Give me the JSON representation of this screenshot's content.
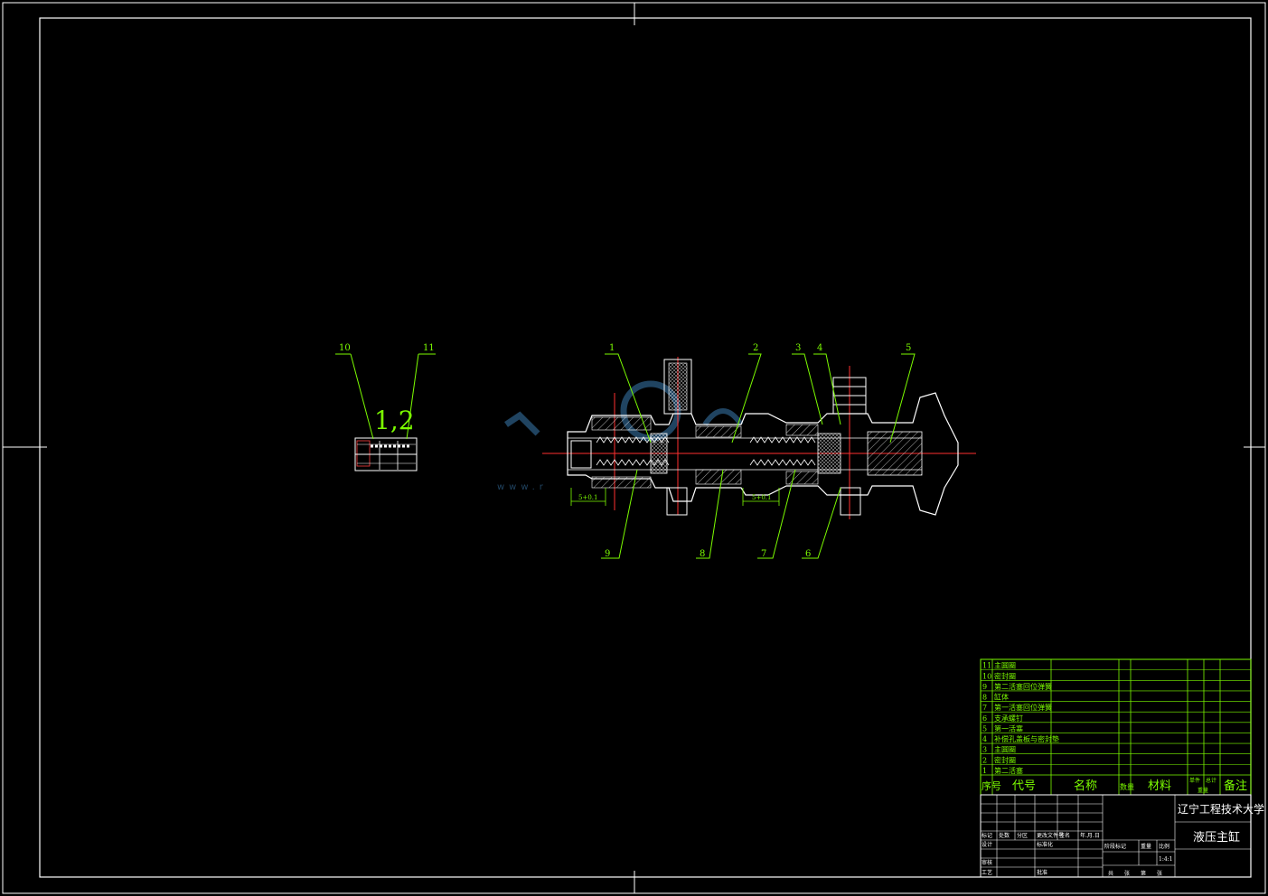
{
  "drawing": {
    "detail_label": "1,2",
    "callouts_top": [
      "10",
      "11",
      "1",
      "2",
      "3",
      "4",
      "5"
    ],
    "callouts_bottom": [
      "9",
      "8",
      "7",
      "6"
    ],
    "dims": [
      "5+0.1",
      "5+0.1"
    ],
    "watermark_url": "www.r"
  },
  "bom": {
    "rows": [
      {
        "no": "11",
        "name": "主圆圈"
      },
      {
        "no": "10",
        "name": "密封圈"
      },
      {
        "no": "9",
        "name": "第二活塞回位弹簧"
      },
      {
        "no": "8",
        "name": "缸体"
      },
      {
        "no": "7",
        "name": "第一活塞回位弹簧"
      },
      {
        "no": "6",
        "name": "支承螺钉"
      },
      {
        "no": "5",
        "name": "第一活塞"
      },
      {
        "no": "4",
        "name": "补偿孔盖板与密封垫"
      },
      {
        "no": "3",
        "name": "主圆圈"
      },
      {
        "no": "2",
        "name": "密封圈"
      },
      {
        "no": "1",
        "name": "第二活塞"
      }
    ],
    "header": {
      "seq": "序号",
      "code": "代号",
      "name": "名称",
      "qty": "数量",
      "material": "材料",
      "unit_weight": "单件",
      "total_weight": "总计",
      "weight": "重量",
      "remark": "备注"
    }
  },
  "title_block": {
    "school": "辽宁工程技术大学",
    "drawing_name": "液压主缸",
    "scale": "1:4:1",
    "labels": {
      "mark": "标记",
      "count": "处数",
      "zone": "分区",
      "doc": "更改文件号",
      "sign": "签名",
      "date": "年.月.日",
      "design": "设计",
      "standard": "标准化",
      "review": "审核",
      "process": "工艺",
      "approve": "批准",
      "stage": "阶段标记",
      "weight": "重量",
      "ratio": "比例",
      "sheets_total": "共",
      "sheet_word": "张",
      "sheet_no": "第"
    }
  }
}
